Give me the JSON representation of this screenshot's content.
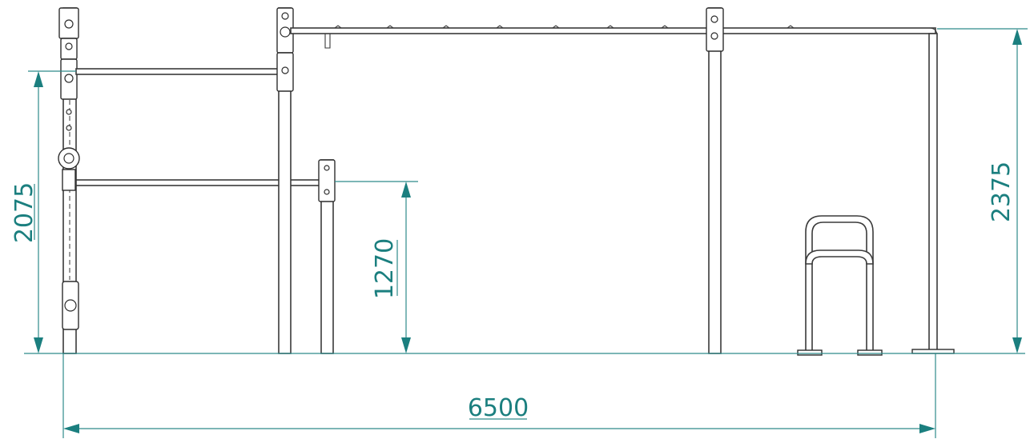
{
  "drawing": {
    "line_color": "#3a3a3a",
    "dimension_color": "#1b7f7f"
  },
  "dimensions": {
    "overall_length": "6500",
    "high_bar_height": "2075",
    "low_bar_height": "1270",
    "overall_height": "2375"
  }
}
